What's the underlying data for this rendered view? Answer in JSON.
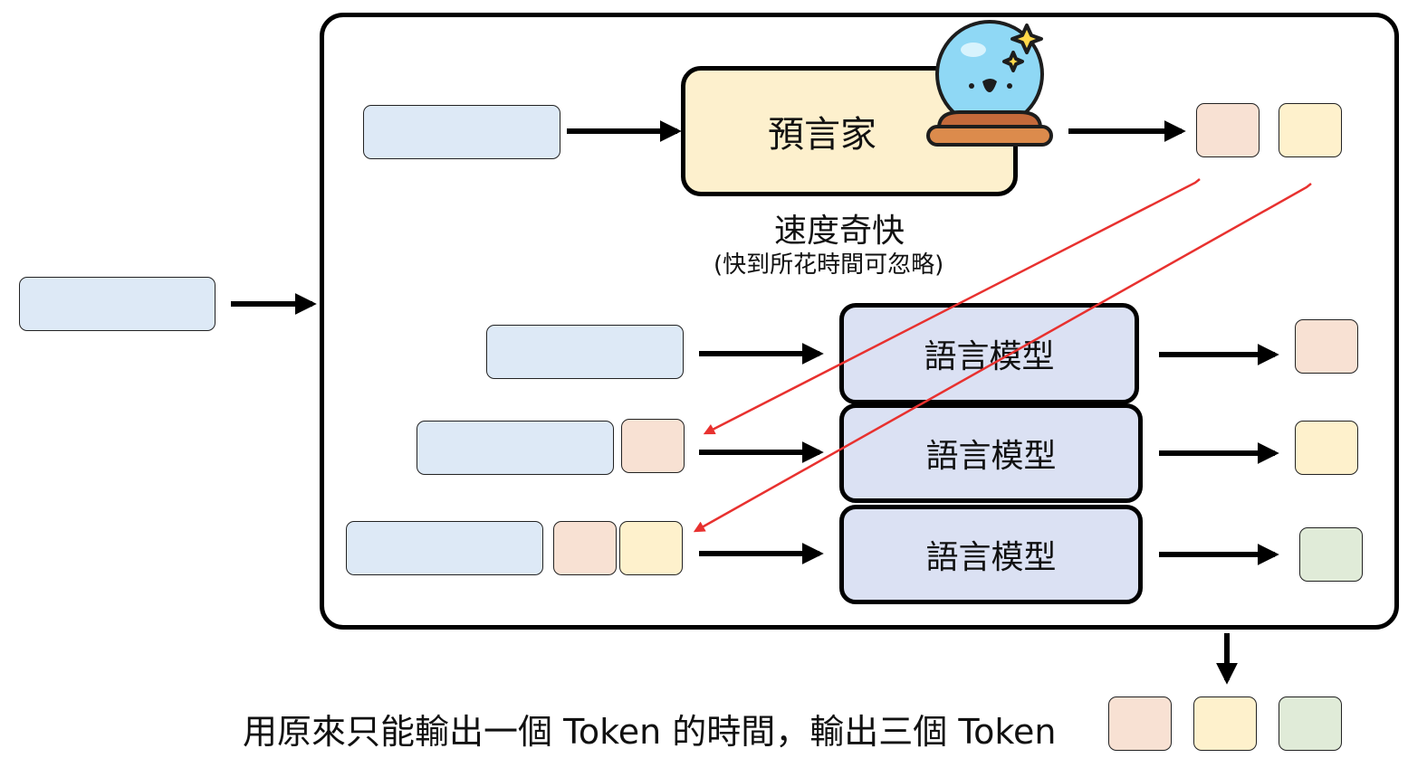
{
  "prophet": {
    "label": "預言家",
    "speed_title": "速度奇快",
    "speed_note": "(快到所花時間可忽略)"
  },
  "language_model": {
    "label": "語言模型"
  },
  "caption": {
    "text": "用原來只能輸出一個 Token 的時間，輸出三個 Token"
  },
  "colors": {
    "prompt_box": "#dde9f6",
    "token_1": "#f8e1d3",
    "token_2": "#fef1cc",
    "token_3": "#e0ebd8",
    "prophet_box": "#fdf0cd",
    "language_model_box": "#dbe1f3",
    "copy_arrow": "#e8312f"
  },
  "icons": {
    "prophet_icon": "crystal-ball-icon"
  }
}
